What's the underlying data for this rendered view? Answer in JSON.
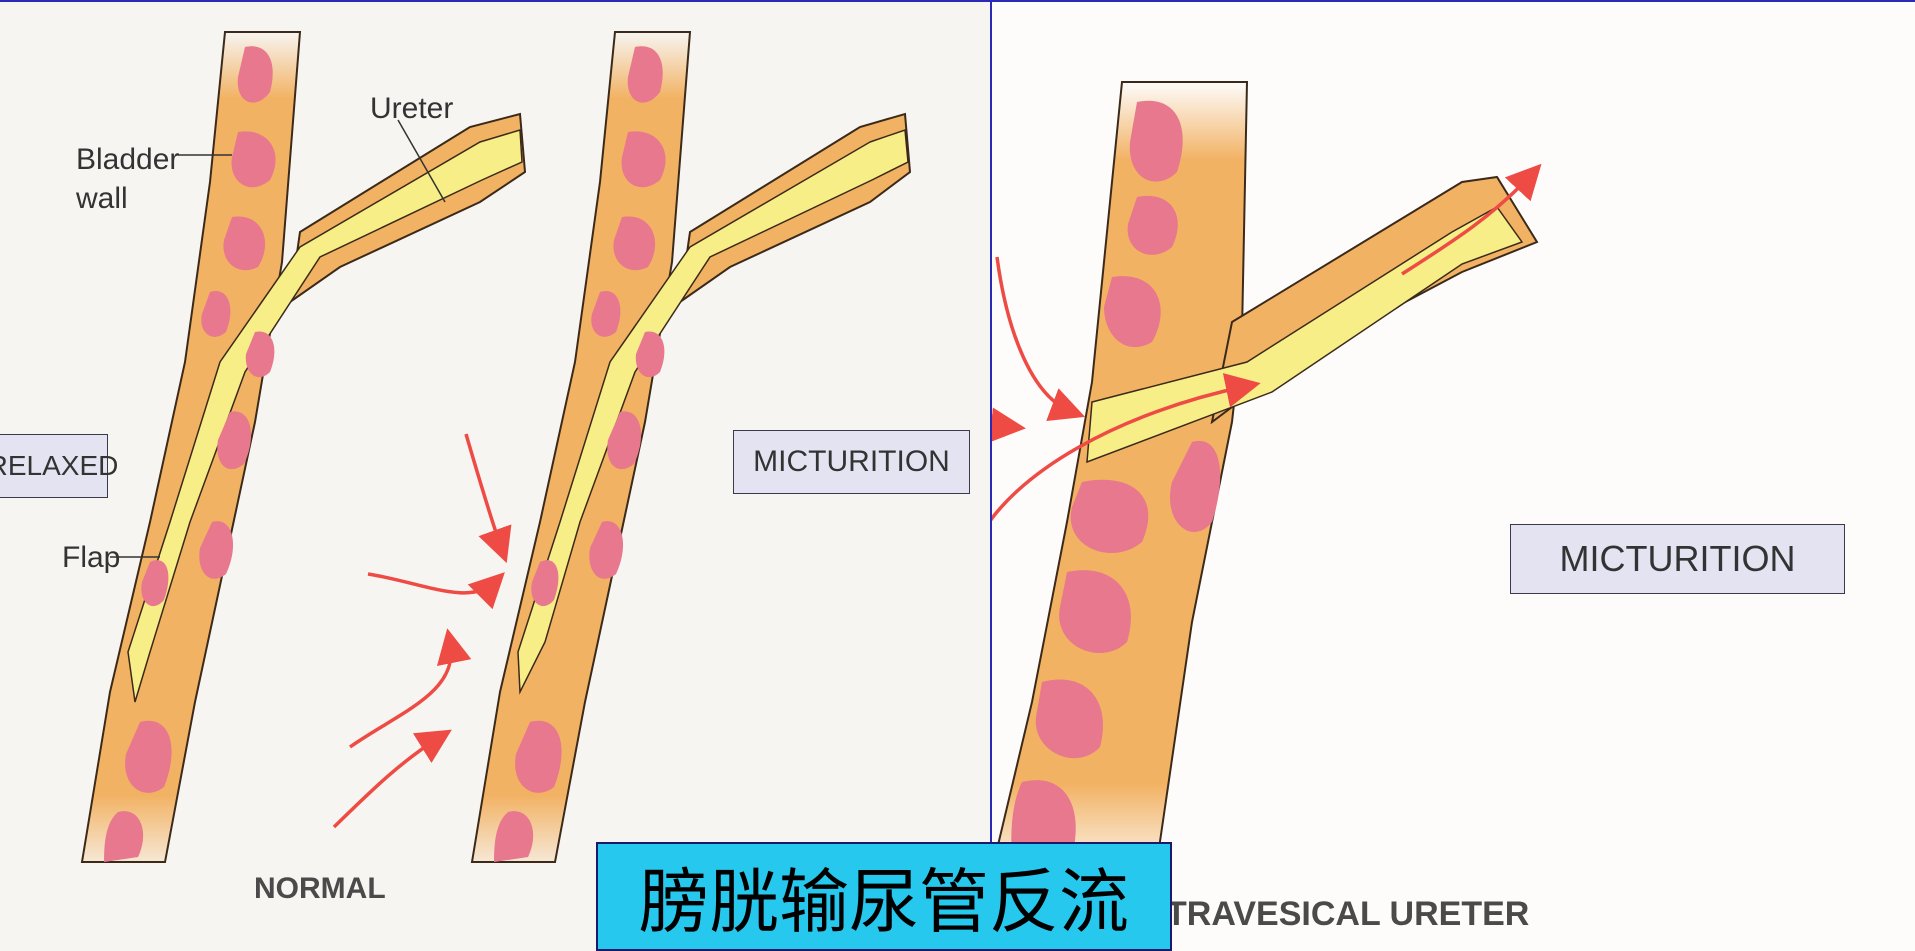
{
  "slide_title": "膀胱输尿管反流",
  "left_panel": {
    "labels": {
      "ureter": "Ureter",
      "bladder_wall": "Bladder\nwall",
      "flap": "Flap"
    },
    "state_relaxed": "RELAXED",
    "state_micturition": "MICTURITION",
    "caption": "NORMAL"
  },
  "right_panel": {
    "state_micturition": "MICTURITION",
    "caption": "TRAVESICAL URETER"
  },
  "colors": {
    "wall_fill": "#f2b264",
    "muscle_fill": "#e8788e",
    "ureter_fill": "#f7ee88",
    "arrow": "#ee4b44",
    "title_box": "#27c8ee",
    "border": "#2a2ab8"
  }
}
